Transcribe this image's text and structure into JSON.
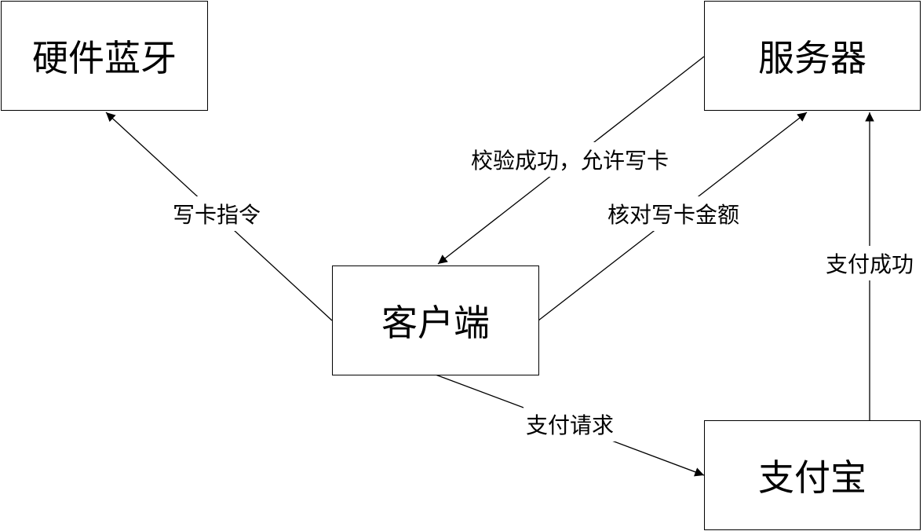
{
  "nodes": {
    "bluetooth": "硬件蓝牙",
    "server": "服务器",
    "client": "客户端",
    "alipay": "支付宝"
  },
  "edges": {
    "write_command": "写卡指令",
    "verify_success": "校验成功，允许写卡",
    "check_amount": "核对写卡金额",
    "pay_request": "支付请求",
    "pay_success": "支付成功"
  }
}
